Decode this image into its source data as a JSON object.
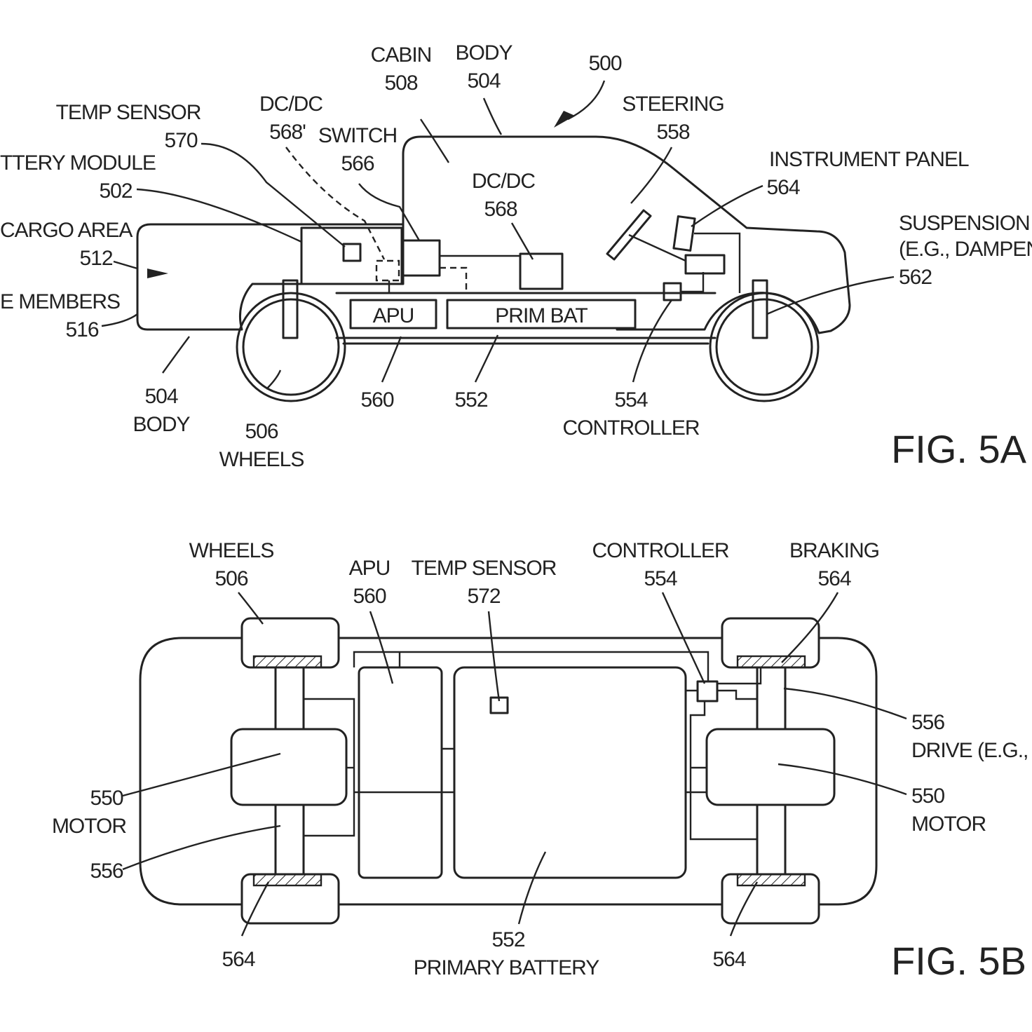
{
  "fig5a": {
    "caption": "FIG. 5A",
    "ref_vehicle": "500",
    "cabin_label": "CABIN",
    "cabin_ref": "508",
    "body_top_label": "BODY",
    "body_top_ref": "504",
    "temp_sensor_label": "TEMP SENSOR",
    "temp_sensor_ref": "570",
    "dcdc_alt_label": "DC/DC",
    "dcdc_alt_ref": "568'",
    "switch_label": "SWITCH",
    "switch_ref": "566",
    "battery_module_label": "TTERY MODULE",
    "battery_module_ref": "502",
    "cargo_label": "CARGO AREA",
    "cargo_ref": "512",
    "members_label": "E MEMBERS",
    "members_ref": "516",
    "dcdc_label": "DC/DC",
    "dcdc_ref": "568",
    "steering_label": "STEERING",
    "steering_ref": "558",
    "instrument_label": "INSTRUMENT PANEL",
    "instrument_ref": "564",
    "suspension_label": "SUSPENSION",
    "suspension_sub": "(E.G., DAMPENIN",
    "suspension_ref": "562",
    "apu_box": "APU",
    "prim_bat_box": "PRIM BAT",
    "body_bottom_ref": "504",
    "body_bottom_label": "BODY",
    "wheels_ref": "506",
    "wheels_label": "WHEELS",
    "apu_ref": "560",
    "prim_bat_ref": "552",
    "controller_ref": "554",
    "controller_label": "CONTROLLER"
  },
  "fig5b": {
    "caption": "FIG. 5B",
    "wheels_label": "WHEELS",
    "wheels_ref": "506",
    "apu_label": "APU",
    "apu_ref": "560",
    "temp_sensor_label": "TEMP SENSOR",
    "temp_sensor_ref": "572",
    "controller_label": "CONTROLLER",
    "controller_ref": "554",
    "braking_label": "BRAKING",
    "braking_ref": "564",
    "drive_ref": "556",
    "drive_label": "DRIVE (E.G., D",
    "motor_left_ref": "550",
    "motor_left_label": "MOTOR",
    "motor_right_ref": "550",
    "motor_right_label": "MOTOR",
    "axle_left_ref": "556",
    "brake_bl_ref": "564",
    "brake_br_ref": "564",
    "primary_battery_ref": "552",
    "primary_battery_label": "PRIMARY BATTERY"
  }
}
